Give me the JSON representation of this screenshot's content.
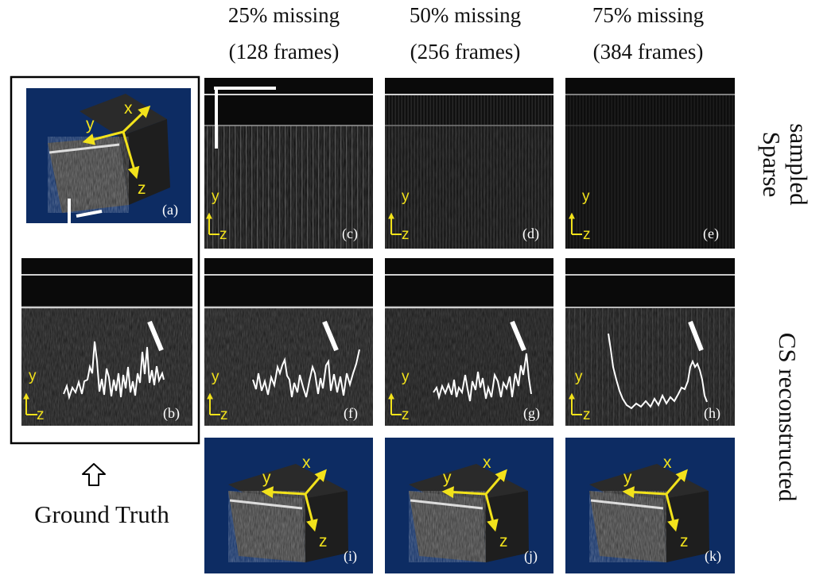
{
  "columns": [
    {
      "line1": "25% missing",
      "line2": "(128 frames)"
    },
    {
      "line1": "50% missing",
      "line2": "(256 frames)"
    },
    {
      "line1": "75% missing",
      "line2": "(384 frames)"
    }
  ],
  "rows": {
    "sparse": {
      "line1": "Sparse",
      "line2": "sampled"
    },
    "cs": {
      "line1": "CS reconstructed"
    }
  },
  "ground_truth_label": "Ground Truth",
  "panel_labels": {
    "a": "(a)",
    "b": "(b)",
    "c": "(c)",
    "d": "(d)",
    "e": "(e)",
    "f": "(f)",
    "g": "(g)",
    "h": "(h)",
    "i": "(i)",
    "j": "(j)",
    "k": "(k)"
  },
  "axis_labels": {
    "x": "x",
    "y": "y",
    "z": "z"
  },
  "colors": {
    "axis_yellow": "#f2e21b",
    "cube_background": "#0d2c63",
    "bscan_background": "#0a0a0a"
  },
  "icons": {
    "ground_truth_pointer": "up-arrow-icon"
  }
}
